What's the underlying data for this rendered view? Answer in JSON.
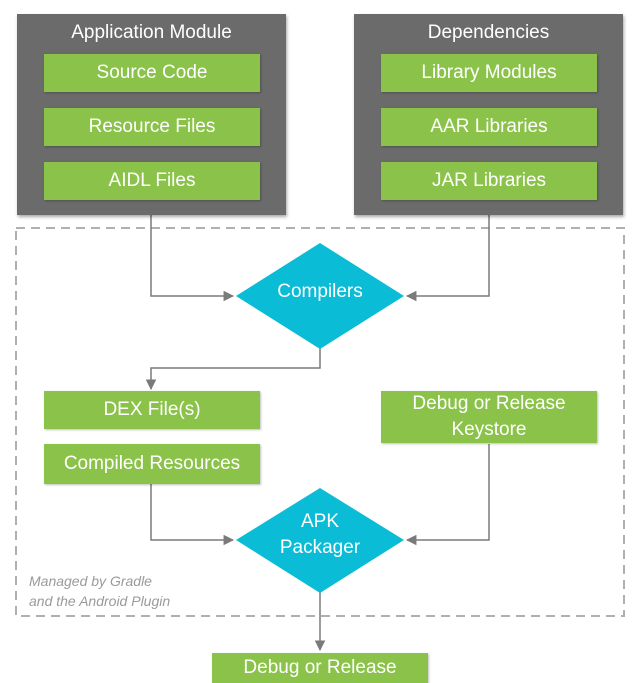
{
  "app_module": {
    "title": "Application Module",
    "items": [
      "Source Code",
      "Resource Files",
      "AIDL Files"
    ]
  },
  "dependencies": {
    "title": "Dependencies",
    "items": [
      "Library Modules",
      "AAR Libraries",
      "JAR Libraries"
    ]
  },
  "compilers": {
    "label": "Compilers"
  },
  "outputs": {
    "dex": "DEX File(s)",
    "compiled_resources": "Compiled Resources"
  },
  "keystore": {
    "line1": "Debug or Release",
    "line2": "Keystore"
  },
  "packager": {
    "line1": "APK",
    "line2": "Packager"
  },
  "gradle_note": {
    "line1": "Managed by Gradle",
    "line2": "and the Android Plugin"
  },
  "final_output": {
    "label": "Debug or Release"
  },
  "colors": {
    "panel": "#6b6b6b",
    "green": "#8bc34a",
    "diamond": "#0bbcd6",
    "arrow": "#7a7a7a",
    "dash": "#b0b0b0"
  }
}
